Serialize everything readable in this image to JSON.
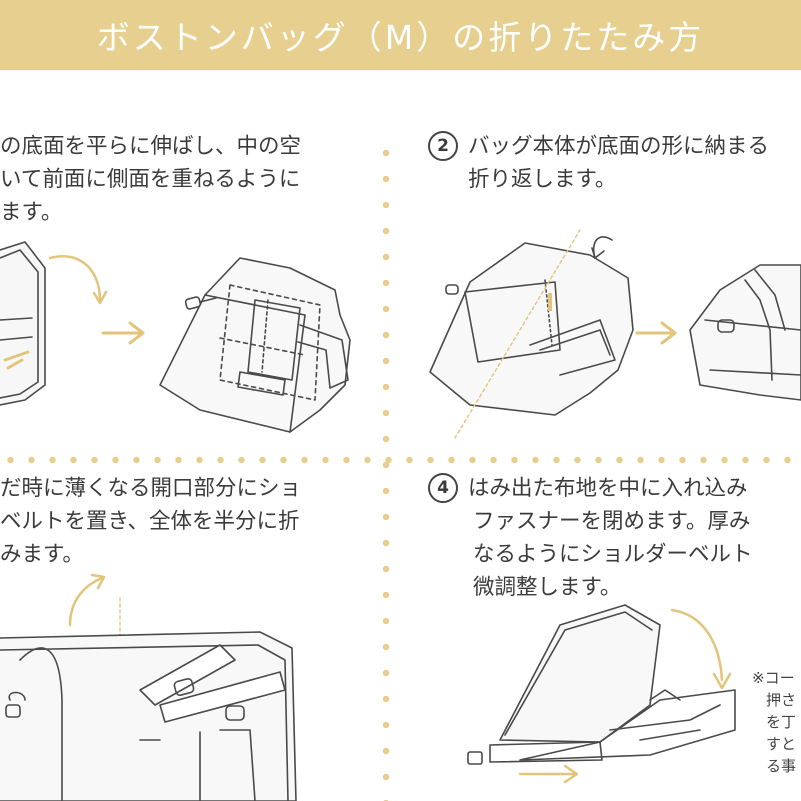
{
  "header": {
    "title": "ボストンバッグ（M）の折りたたみ方"
  },
  "steps": [
    {
      "number": "",
      "lines": [
        "の底面を平らに伸ばし、中の空",
        "いて前面に側面を重ねるように",
        "ます。"
      ]
    },
    {
      "number": "2",
      "lines": [
        "バッグ本体が底面の形に納まる",
        "折り返します。"
      ]
    },
    {
      "number": "",
      "lines": [
        "だ時に薄くなる開口部分にショ",
        "ベルトを置き、全体を半分に折",
        "みます。"
      ]
    },
    {
      "number": "4",
      "lines": [
        "はみ出た布地を中に入れ込み",
        "ファスナーを閉めます。厚み",
        "なるようにショルダーベルト",
        "微調整します。"
      ]
    }
  ],
  "note": {
    "lines": [
      "※コー",
      "押さ",
      "を丁",
      "すと",
      "る事"
    ]
  },
  "colors": {
    "header_bg": "#e7cf8f",
    "accent": "#e8cd8c",
    "text": "#3a3a3a"
  }
}
